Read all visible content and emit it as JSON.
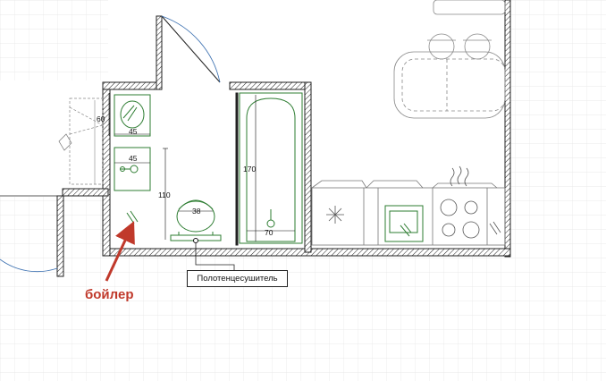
{
  "dimensions": {
    "d60": "60",
    "d45_top": "45",
    "d45_mid": "45",
    "d110": "110",
    "d38": "38",
    "d170": "170",
    "d70": "70"
  },
  "labels": {
    "towel_dryer": "Полотенцесушитель",
    "boiler": "бойлер"
  },
  "colors": {
    "wall": "#222222",
    "fixture": "#2e7d32",
    "arrow": "#c0392b",
    "grid": "#e6e6e6"
  }
}
